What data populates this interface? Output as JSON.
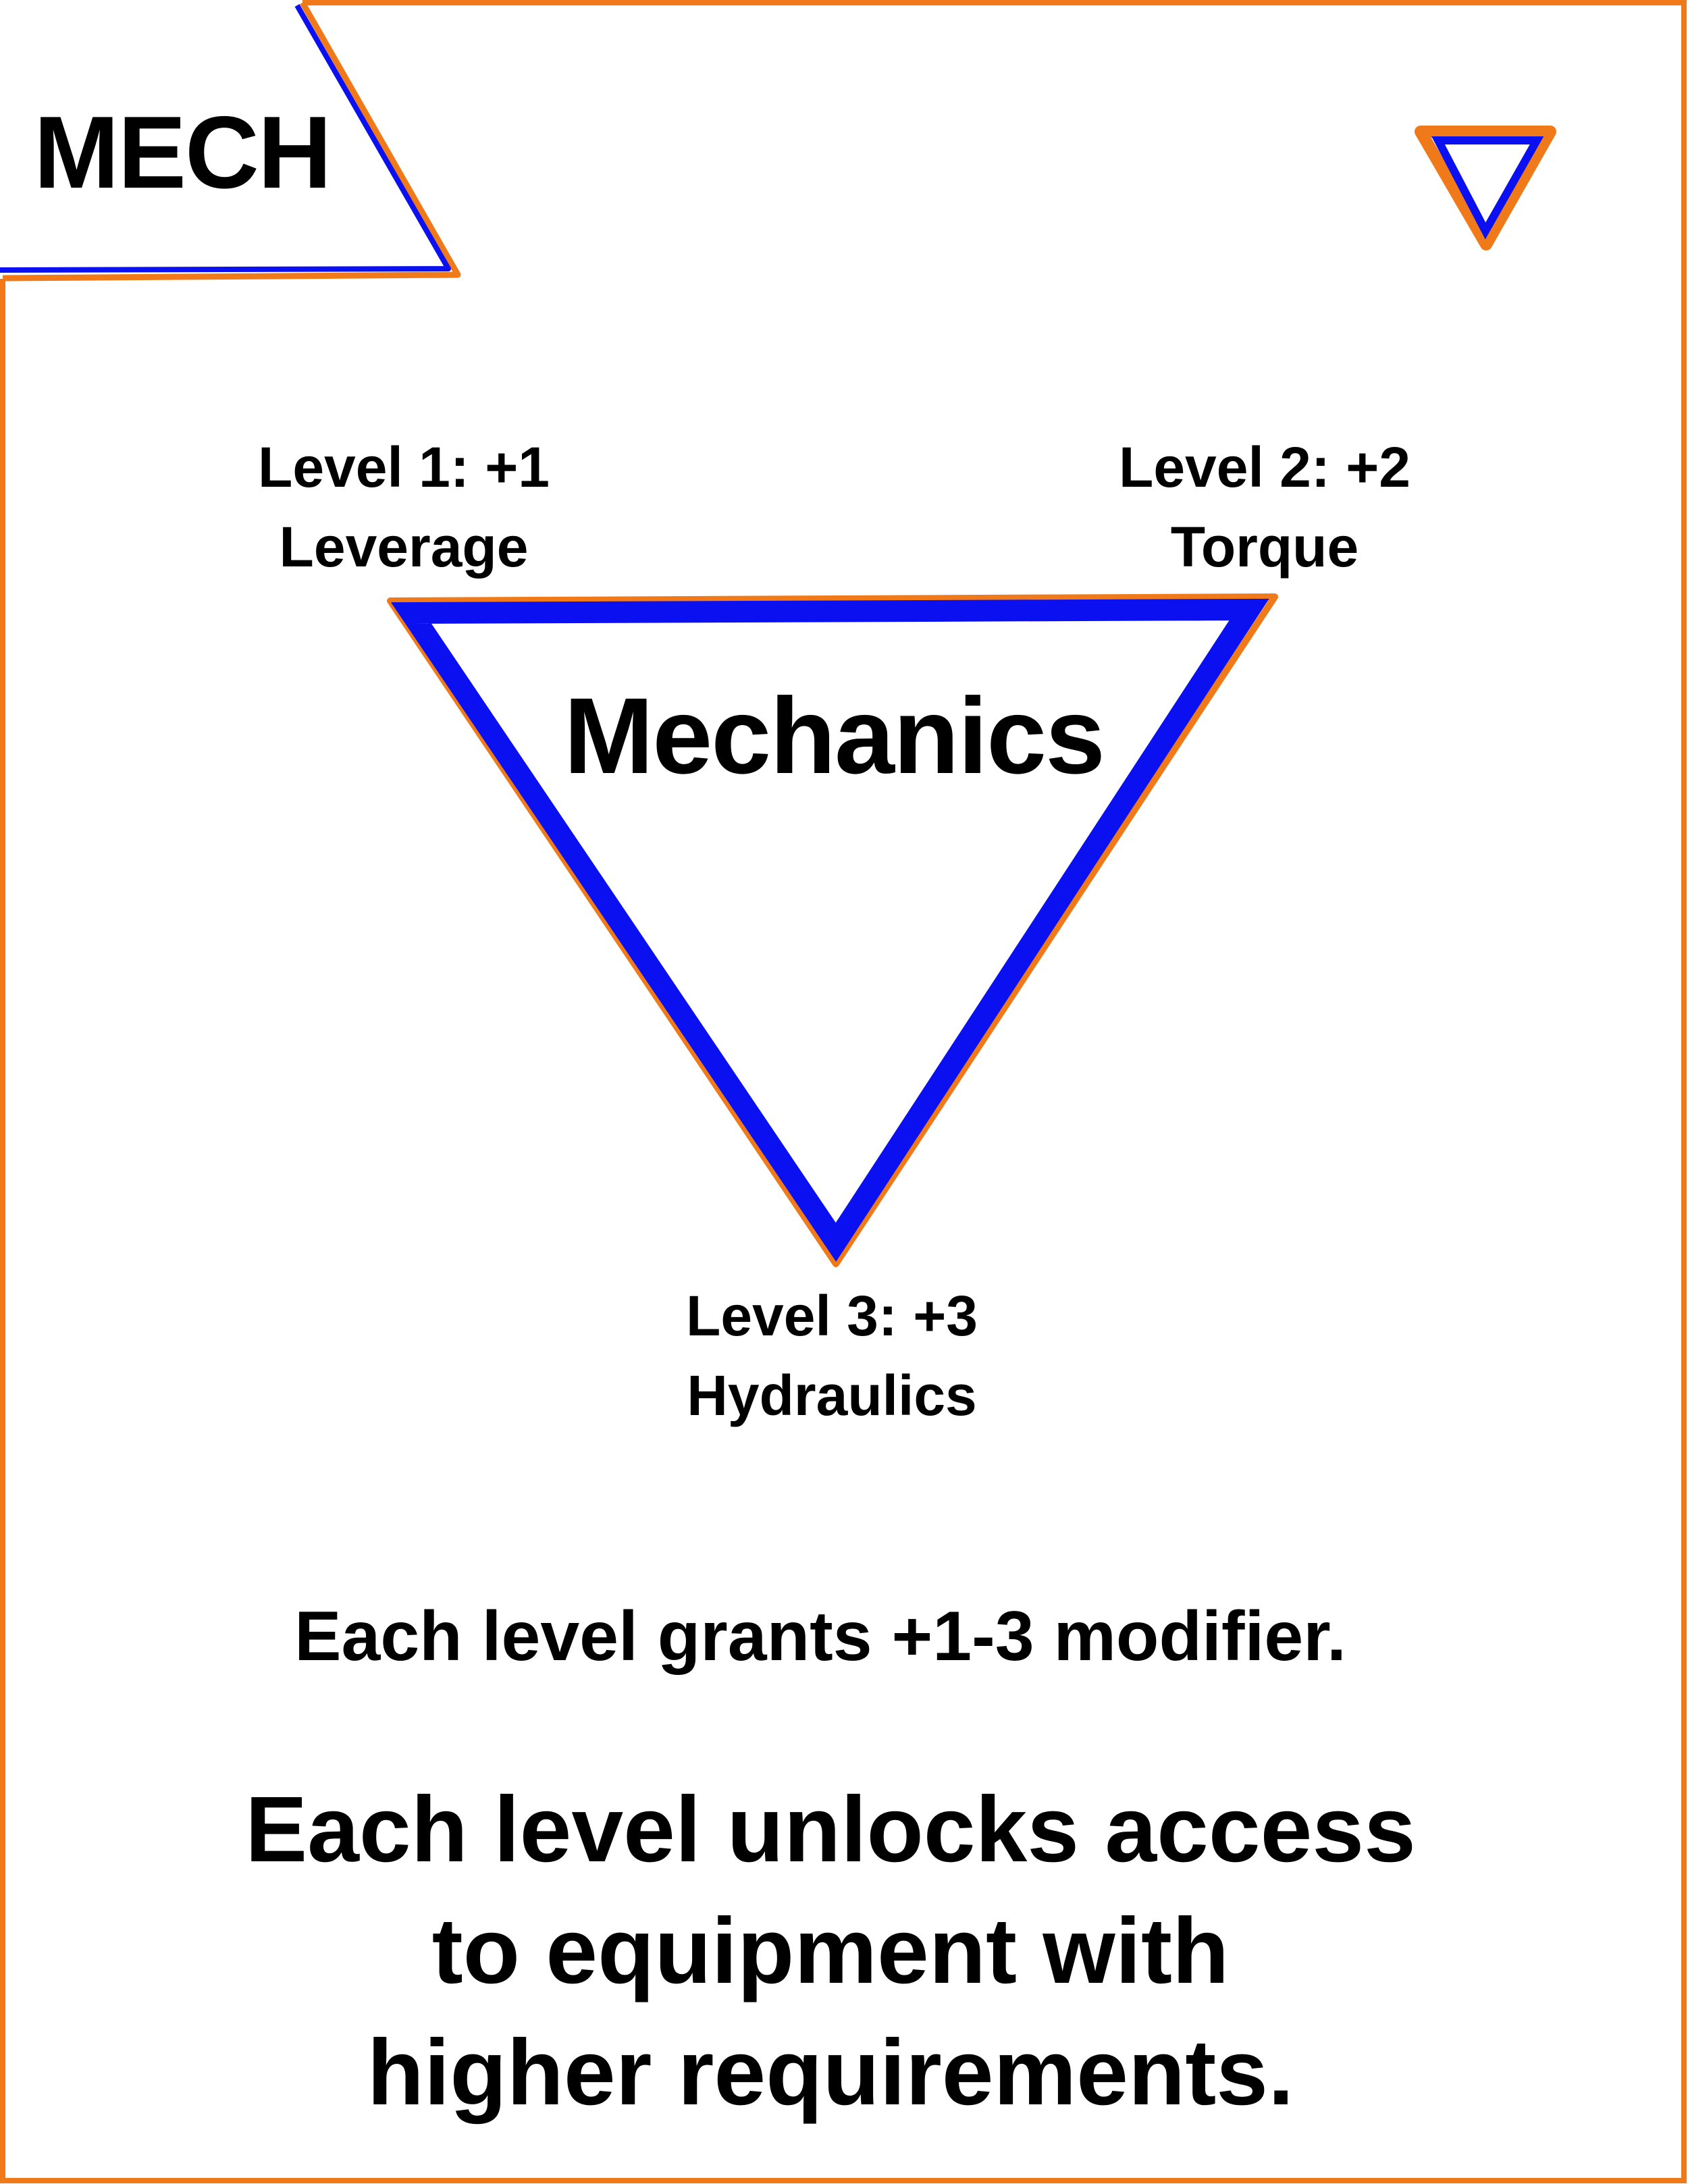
{
  "card": {
    "code": "MECH",
    "title": "Mechanics",
    "levels": [
      {
        "heading": "Level 1: +1",
        "name": "Leverage"
      },
      {
        "heading": "Level 2: +2",
        "name": "Torque"
      },
      {
        "heading": "Level 3: +3",
        "name": "Hydraulics"
      }
    ],
    "modifier_note": "Each level grants +1-3 modifier.",
    "unlock_note_lines": [
      "Each level unlocks access",
      "to equipment with",
      "higher requirements."
    ]
  },
  "colors": {
    "frame_orange": "#F07A1A",
    "triangle_blue": "#0A10F0",
    "text": "#000000",
    "background": "#FFFFFF"
  },
  "icons": {
    "corner_badge": "down-triangle-icon",
    "main_symbol": "down-triangle-icon"
  }
}
